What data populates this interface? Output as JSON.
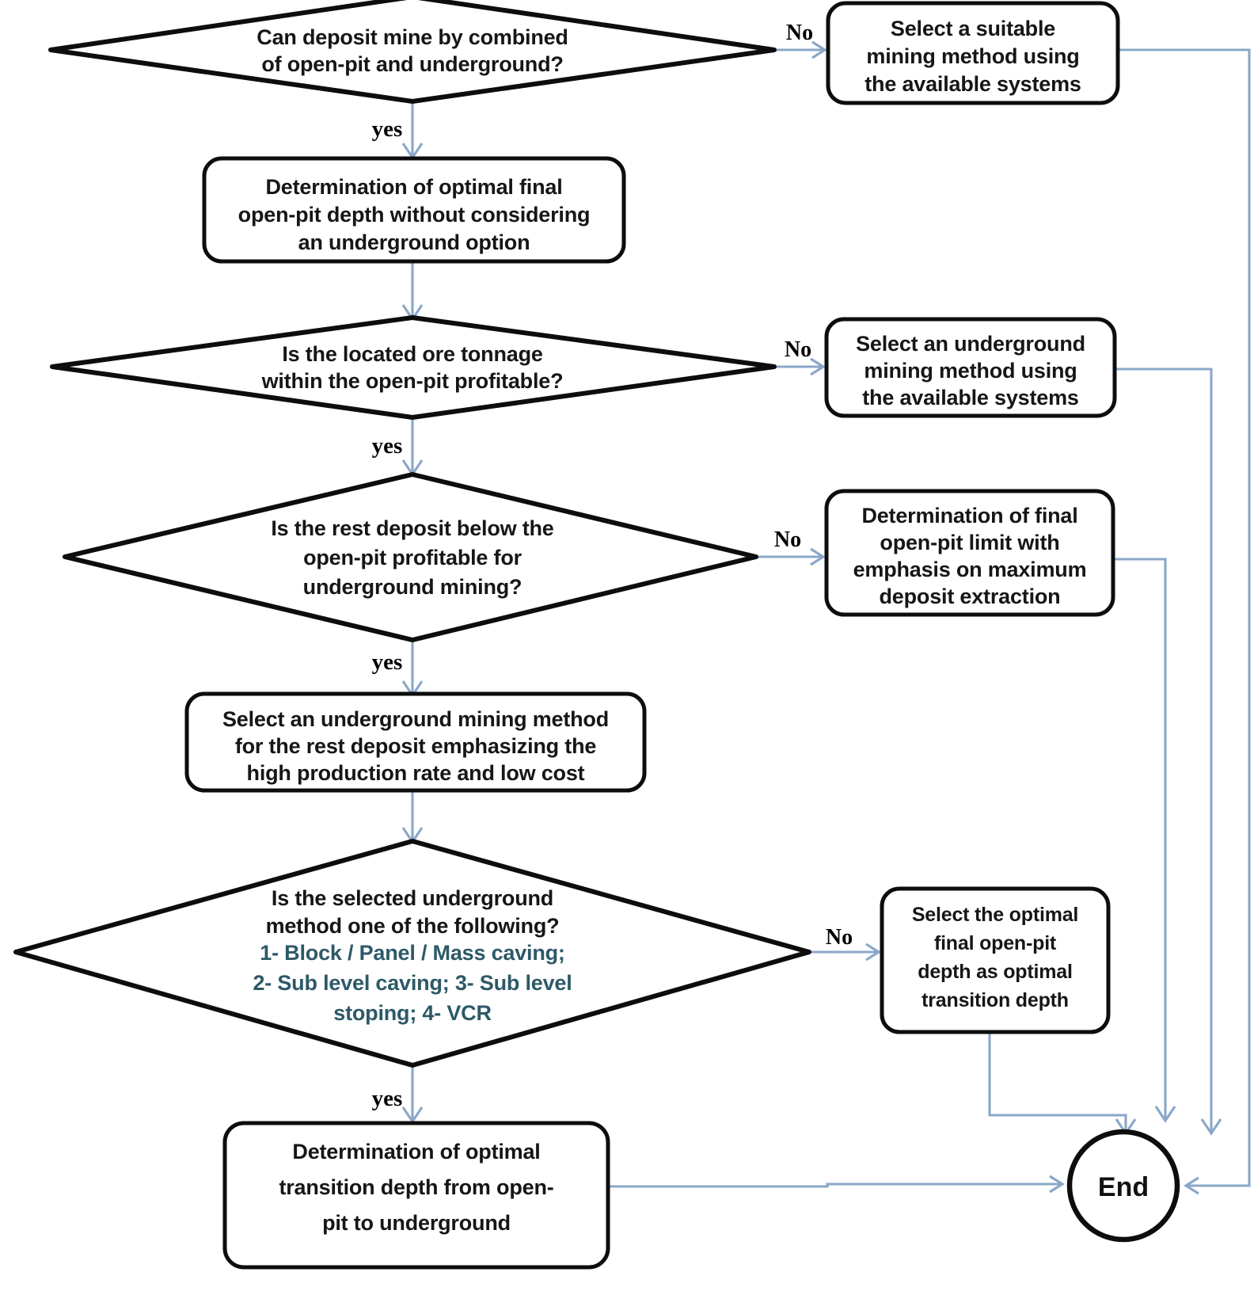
{
  "diagram": {
    "title": "Open-pit to underground transition decision flowchart",
    "colors": {
      "shape_stroke": "#0d0d0d",
      "connector": "#8aa7c8",
      "text": "#161616",
      "accent_text": "#2d5967",
      "background": "#ffffff"
    },
    "decisions": [
      {
        "id": "d1",
        "lines": [
          "Can deposit mine by combined",
          "of open-pit and underground?"
        ],
        "yes_label": "yes",
        "no_label": "No"
      },
      {
        "id": "d2",
        "lines": [
          "Is the located ore tonnage",
          "within the open-pit profitable?"
        ],
        "yes_label": "yes",
        "no_label": "No"
      },
      {
        "id": "d3",
        "lines": [
          "Is the rest deposit below the",
          "open-pit profitable for",
          "underground mining?"
        ],
        "yes_label": "yes",
        "no_label": "No"
      },
      {
        "id": "d4",
        "lines": [
          "Is the selected underground",
          "method one of the following?"
        ],
        "accent_lines": [
          "1- Block / Panel / Mass caving;",
          "2- Sub level caving;   3- Sub level",
          "stoping;   4- VCR"
        ],
        "yes_label": "yes",
        "no_label": "No"
      }
    ],
    "processes": [
      {
        "id": "p_top_right",
        "lines": [
          "Select a suitable",
          "mining method using",
          "the available systems"
        ]
      },
      {
        "id": "p_main_1",
        "lines": [
          "Determination of optimal final",
          "open-pit depth without considering",
          "an underground option"
        ]
      },
      {
        "id": "p_right_2",
        "lines": [
          "Select an underground",
          "mining method using",
          "the available systems"
        ]
      },
      {
        "id": "p_right_3",
        "lines": [
          "Determination of final",
          "open-pit limit with",
          "emphasis on maximum",
          "deposit extraction"
        ]
      },
      {
        "id": "p_main_2",
        "lines": [
          "Select an underground mining method",
          "for the rest deposit emphasizing the",
          "high production rate and low cost"
        ]
      },
      {
        "id": "p_right_4",
        "lines": [
          "Select the optimal",
          "final open-pit",
          "depth as optimal",
          "transition depth"
        ]
      },
      {
        "id": "p_main_3",
        "lines": [
          "Determination of optimal",
          "transition depth from open-",
          "pit to underground"
        ]
      }
    ],
    "terminator": {
      "id": "end",
      "label": "End"
    }
  }
}
